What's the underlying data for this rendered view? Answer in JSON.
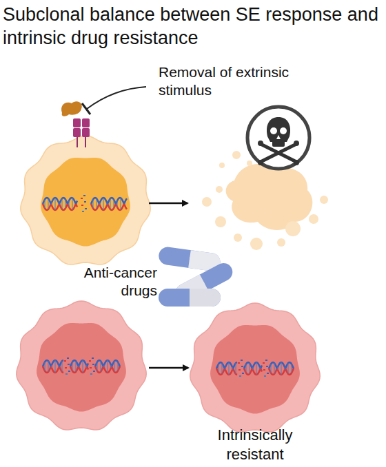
{
  "diagram": {
    "title": "Subclonal balance between SE response and intrinsic drug resistance",
    "nodes": [
      {
        "text": [
          "Intrinsically resistant"
        ]
      }
    ],
    "labels": [
      "Removal of extrinsic stimulus",
      "Anti-cancer drugs"
    ]
  }
}
